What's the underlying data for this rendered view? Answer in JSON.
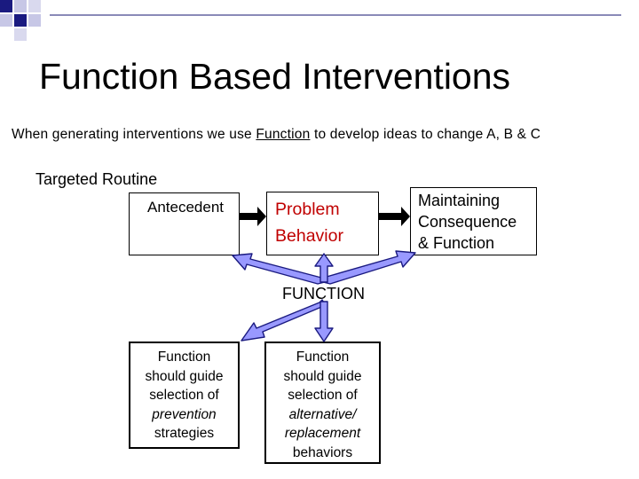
{
  "slide": {
    "title": "Function Based Interventions",
    "subtitle_before": "When generating interventions we use ",
    "subtitle_underlined": "Function",
    "subtitle_after": " to develop ideas to change A, B & C"
  },
  "routine": {
    "label": "Targeted Routine",
    "antecedent": "Antecedent",
    "problem_line1": "Problem",
    "problem_line2": "Behavior",
    "consequence_line1": "Maintaining",
    "consequence_line2": "Consequence",
    "consequence_line3": "& Function"
  },
  "function_label": "FUNCTION",
  "guide_left": {
    "line1": "Function",
    "line2": "should guide",
    "line3": "selection of",
    "line4": "prevention",
    "line5": "strategies"
  },
  "guide_right": {
    "line1": "Function",
    "line2": "should guide",
    "line3": "selection of",
    "line4": "alternative/",
    "line5": "replacement",
    "line6": "behaviors"
  },
  "colors": {
    "problem_text": "#c00000",
    "arrow_fill": "#9999ff",
    "arrow_stroke": "#1a1a80",
    "deco_dark": "#1a1a80",
    "deco_light": "#c7c7e6"
  }
}
